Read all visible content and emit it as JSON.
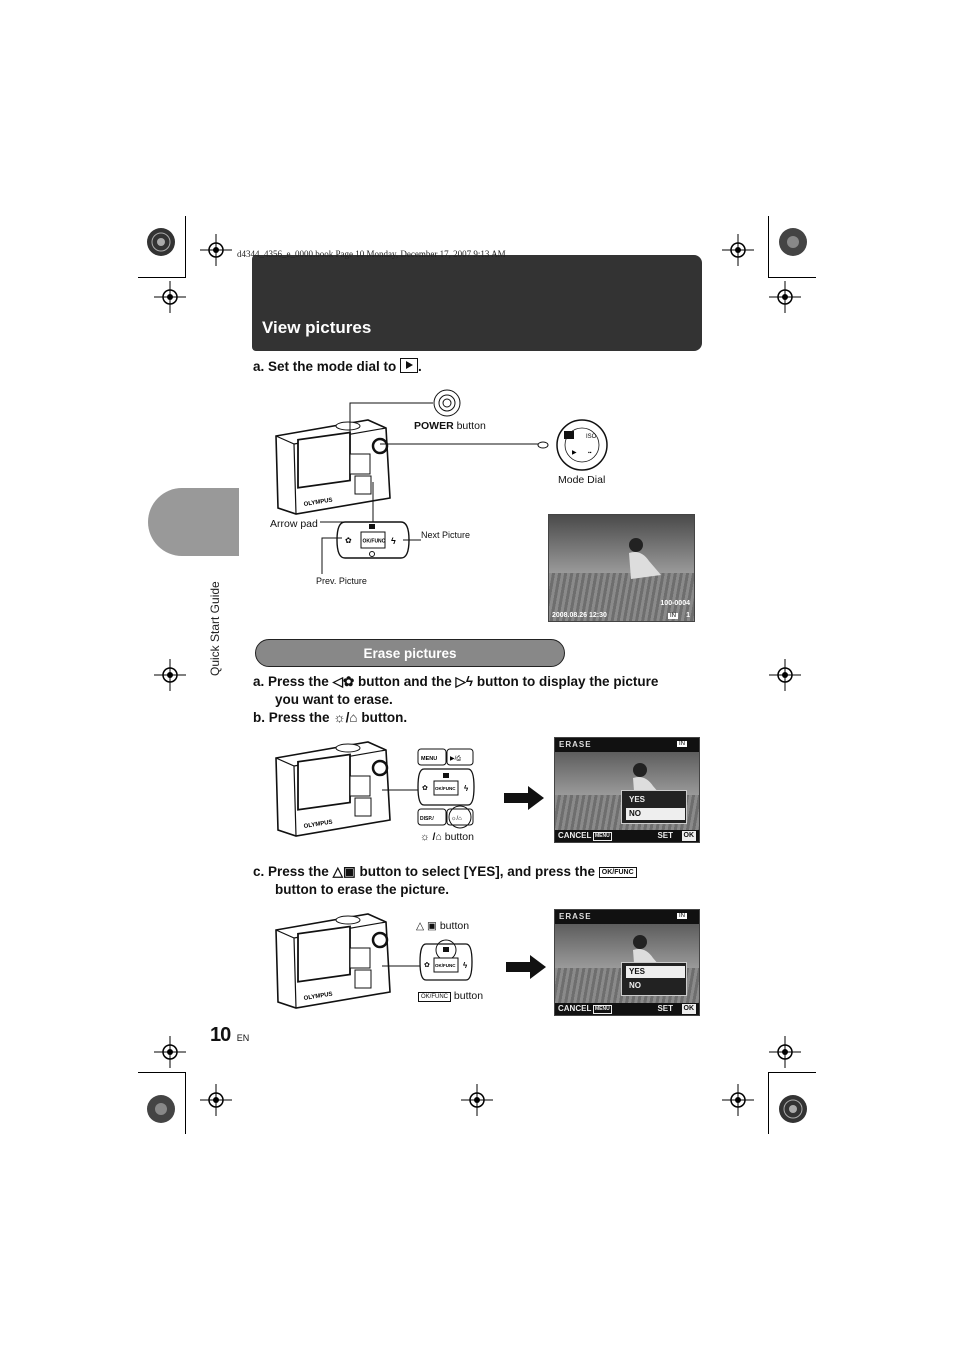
{
  "print_line": "d4344_4356_e_0000.book  Page 10  Monday, December 17, 2007  9:13 AM",
  "header": {
    "title": "View pictures"
  },
  "sidebar": {
    "label": "Quick Start Guide"
  },
  "view_section": {
    "step_a": "a.   Set the mode dial to",
    "power_label": "POWER",
    "power_suffix": " button",
    "mode_dial_label": "Mode Dial",
    "arrow_pad_label": "Arrow pad",
    "next_label": "Next Picture",
    "prev_label": "Prev. Picture",
    "camera_brand": "OLYMPUS",
    "ok_func": "OK/FUNC",
    "playback": {
      "date": "2008.08.26  12:30",
      "file_no": "100-0004",
      "frame": "1",
      "mem": "IN"
    }
  },
  "erase_section": {
    "title": "Erase pictures",
    "step_a_1": "a.   Press the",
    "step_a_2": "button and the",
    "step_a_3": "button to display the picture",
    "step_a_4": "you want to erase.",
    "step_b_1": "b.   Press the",
    "step_b_2": "button.",
    "button_label": "button",
    "menu_label": "MENU",
    "disp_label": "DISP./",
    "step_c_1": "c.   Press the",
    "step_c_2": "button to select [YES], and press the",
    "step_c_3": "button to erase the picture.",
    "ok_button_label": "button",
    "screen": {
      "title": "ERASE",
      "mem": "IN",
      "yes": "YES",
      "no": "NO",
      "cancel": "CANCEL",
      "menu_tag": "MENU",
      "set": "SET",
      "ok": "OK"
    }
  },
  "footer": {
    "page_number": "10",
    "lang": "EN"
  }
}
